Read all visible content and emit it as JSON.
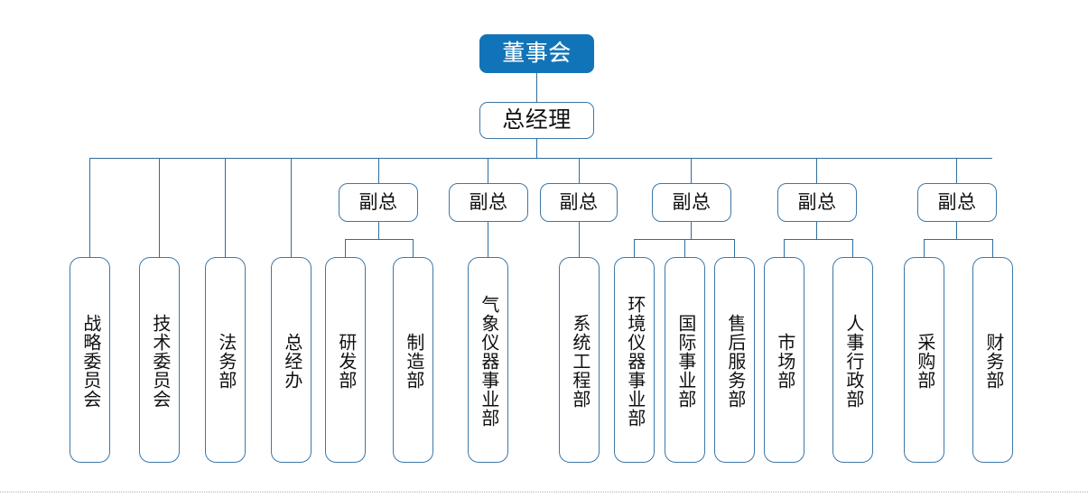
{
  "chart": {
    "title": "",
    "type": "org-chart",
    "colors": {
      "root_fill": "#1274B8",
      "root_text": "#FFFFFF",
      "box_border": "#3C78A8",
      "connector": "#2E6D9E",
      "box_fill": "#FFFFFF",
      "text": "#111111",
      "page_rule": "#9A9A9A"
    },
    "root": {
      "label": "董事会"
    },
    "general_manager": {
      "label": "总经理"
    },
    "staff_units": [
      {
        "label": "战略委员会"
      },
      {
        "label": "技术委员会"
      },
      {
        "label": "法务部"
      },
      {
        "label": "总经办"
      }
    ],
    "vice_presidents": [
      {
        "label": "副总",
        "children": [
          {
            "label": "研发部"
          },
          {
            "label": "制造部"
          }
        ]
      },
      {
        "label": "副总",
        "children": [
          {
            "label": "气象仪器事业部"
          }
        ]
      },
      {
        "label": "副总",
        "children": [
          {
            "label": "系统工程部"
          }
        ]
      },
      {
        "label": "副总",
        "children": [
          {
            "label": "环境仪器事业部"
          },
          {
            "label": "国际事业部"
          },
          {
            "label": "售后服务部"
          }
        ]
      },
      {
        "label": "副总",
        "children": [
          {
            "label": "市场部"
          },
          {
            "label": "人事行政部"
          }
        ]
      },
      {
        "label": "副总",
        "children": [
          {
            "label": "采购部"
          },
          {
            "label": "财务部"
          }
        ]
      }
    ]
  }
}
